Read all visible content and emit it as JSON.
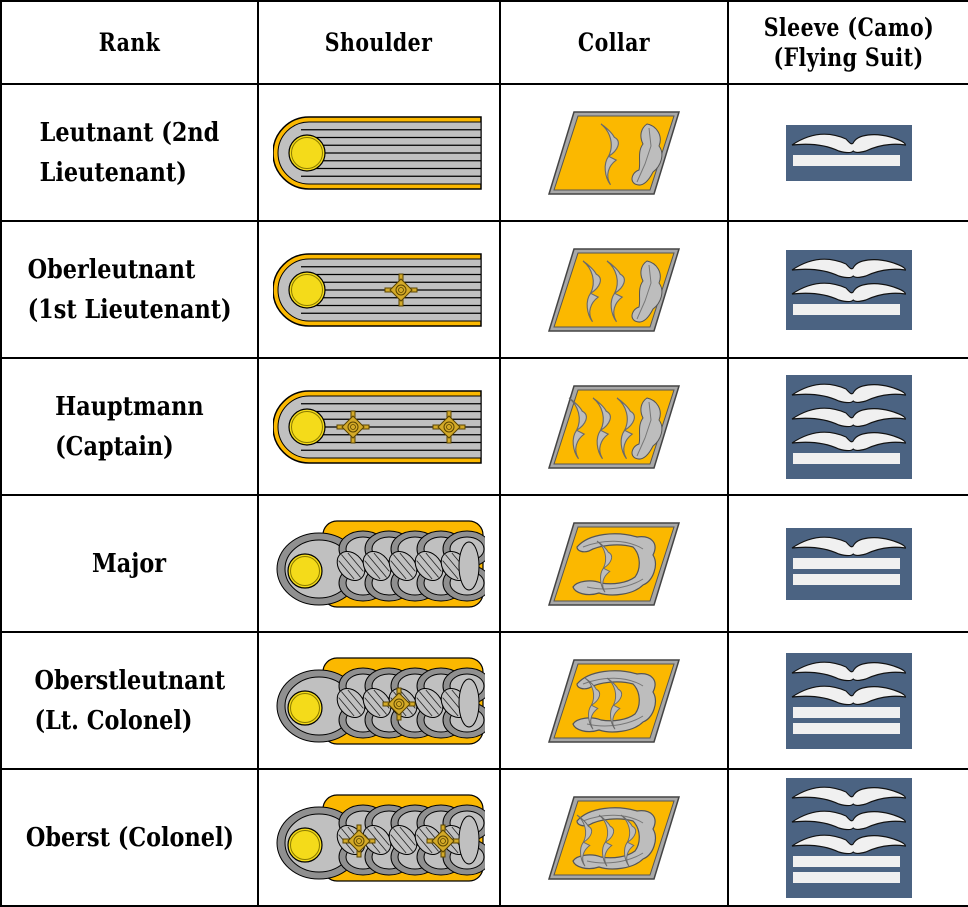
{
  "header": {
    "rank": "Rank",
    "shoulder": "Shoulder",
    "collar": "Collar",
    "sleeve_line1": "Sleeve (Camo)",
    "sleeve_line2": "(Flying Suit)"
  },
  "colors": {
    "gold_piping": "#FBB800",
    "button_yellow": "#F4DB1A",
    "silver": "#C0C0C0",
    "silver_dark": "#909090",
    "pip_gold": "#D4AA28",
    "collar_border": "#A8A8A8",
    "sleeve_blue": "#4B6382",
    "sleeve_white": "#F0F0F0",
    "grid": "#000000"
  },
  "rows": [
    {
      "rank_line1": "Leutnant (2nd",
      "rank_line2": "Lieutenant)",
      "shoulder_type": "cord",
      "pips": 0,
      "collar_wings": 1,
      "collar_wreath": "half",
      "sleeve_wings": 1,
      "sleeve_bars": 1
    },
    {
      "rank_line1": "Oberleutnant",
      "rank_line2": "(1st Lieutenant)",
      "shoulder_type": "cord",
      "pips": 1,
      "collar_wings": 2,
      "collar_wreath": "half",
      "sleeve_wings": 2,
      "sleeve_bars": 1
    },
    {
      "rank_line1": "Hauptmann",
      "rank_line2": "(Captain)",
      "shoulder_type": "cord",
      "pips": 2,
      "collar_wings": 3,
      "collar_wreath": "half",
      "sleeve_wings": 3,
      "sleeve_bars": 1
    },
    {
      "rank_line1": "Major",
      "rank_line2": "",
      "shoulder_type": "braid",
      "pips": 0,
      "collar_wings": 1,
      "collar_wreath": "full",
      "sleeve_wings": 1,
      "sleeve_bars": 2
    },
    {
      "rank_line1": "Oberstleutnant",
      "rank_line2": "(Lt. Colonel)",
      "shoulder_type": "braid",
      "pips": 1,
      "collar_wings": 2,
      "collar_wreath": "full",
      "sleeve_wings": 2,
      "sleeve_bars": 2
    },
    {
      "rank_line1": "Oberst (Colonel)",
      "rank_line2": "",
      "shoulder_type": "braid",
      "pips": 2,
      "collar_wings": 3,
      "collar_wreath": "full",
      "sleeve_wings": 3,
      "sleeve_bars": 2
    }
  ]
}
